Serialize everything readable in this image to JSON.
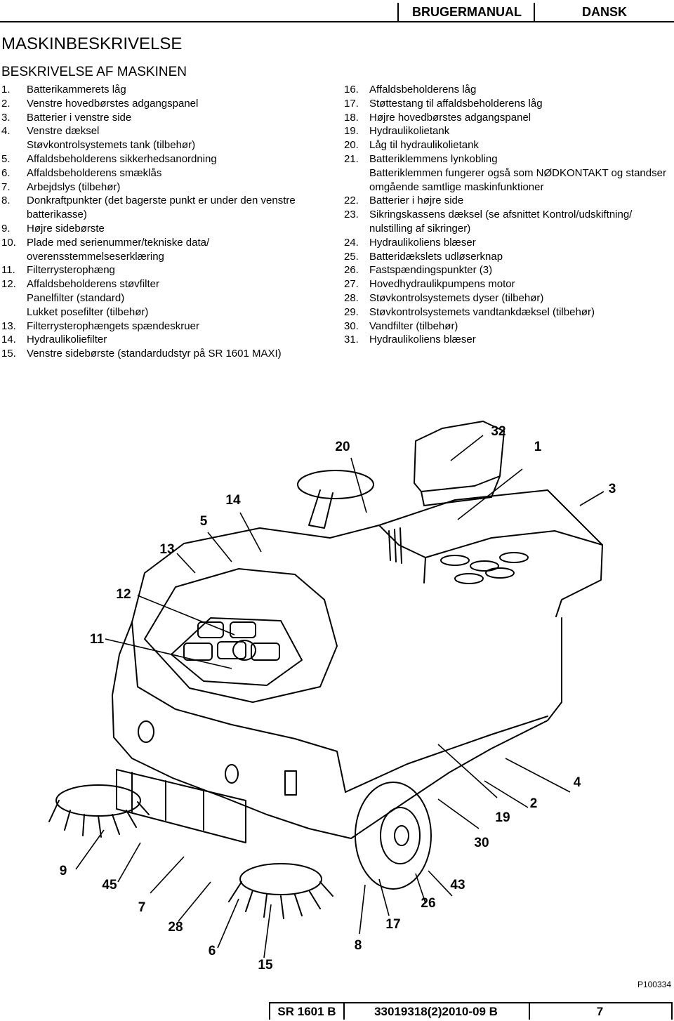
{
  "header": {
    "manual": "BRUGERMANUAL",
    "language": "DANSK"
  },
  "title": "MASKINBESKRIVELSE",
  "subtitle": "BESKRIVELSE AF MASKINEN",
  "items_left": [
    {
      "num": "1.",
      "text": "Batterikammerets låg"
    },
    {
      "num": "2.",
      "text": "Venstre hovedbørstes adgangspanel"
    },
    {
      "num": "3.",
      "text": "Batterier i venstre side"
    },
    {
      "num": "4.",
      "text": "Venstre dæksel",
      "sub": [
        "Støvkontrolsystemets tank (tilbehør)"
      ]
    },
    {
      "num": "5.",
      "text": "Affaldsbeholderens sikkerhedsanordning"
    },
    {
      "num": "6.",
      "text": "Affaldsbeholderens smæklås"
    },
    {
      "num": "7.",
      "text": "Arbejdslys (tilbehør)"
    },
    {
      "num": "8.",
      "text": "Donkraftpunkter (det bagerste punkt er under den venstre batterikasse)"
    },
    {
      "num": "9.",
      "text": "Højre sidebørste"
    },
    {
      "num": "10.",
      "text": "Plade med serienummer/tekniske data/ overensstemmelseserklæring"
    },
    {
      "num": "11.",
      "text": "Filterrysterophæng"
    },
    {
      "num": "12.",
      "text": "Affaldsbeholderens støvfilter",
      "sub": [
        "Panelfilter (standard)",
        "Lukket posefilter (tilbehør)"
      ]
    },
    {
      "num": "13.",
      "text": "Filterrysterophængets spændeskruer"
    },
    {
      "num": "14.",
      "text": "Hydraulikoliefilter"
    },
    {
      "num": "15.",
      "text": "Venstre sidebørste (standardudstyr på SR 1601 MAXI)"
    }
  ],
  "items_right": [
    {
      "num": "16.",
      "text": "Affaldsbeholderens låg"
    },
    {
      "num": "17.",
      "text": "Støttestang til affaldsbeholderens låg"
    },
    {
      "num": "18.",
      "text": "Højre hovedbørstes adgangspanel"
    },
    {
      "num": "19.",
      "text": "Hydraulikolietank"
    },
    {
      "num": "20.",
      "text": "Låg til hydraulikolietank"
    },
    {
      "num": "21.",
      "text": "Batteriklemmens lynkobling",
      "sub": [
        "Batteriklemmen fungerer også som NØDKONTAKT og standser omgående samtlige maskinfunktioner"
      ]
    },
    {
      "num": "22.",
      "text": "Batterier i højre side"
    },
    {
      "num": "23.",
      "text": "Sikringskassens dæksel (se afsnittet Kontrol/udskiftning/ nulstilling af sikringer)"
    },
    {
      "num": "24.",
      "text": "Hydraulikoliens blæser"
    },
    {
      "num": "25.",
      "text": "Batteridækslets udløserknap"
    },
    {
      "num": "26.",
      "text": "Fastspændingspunkter (3)"
    },
    {
      "num": "27.",
      "text": "Hovedhydraulikpumpens motor"
    },
    {
      "num": "28.",
      "text": "Støvkontrolsystemets dyser (tilbehør)"
    },
    {
      "num": "29.",
      "text": "Støvkontrolsystemets vandtankdæksel (tilbehør)"
    },
    {
      "num": "30.",
      "text": "Vandfilter (tilbehør)"
    },
    {
      "num": "31.",
      "text": "Hydraulikoliens blæser"
    }
  ],
  "figure": {
    "callouts": [
      {
        "id": "c20",
        "label": "20"
      },
      {
        "id": "c32",
        "label": "32"
      },
      {
        "id": "c1",
        "label": "1"
      },
      {
        "id": "c14",
        "label": "14"
      },
      {
        "id": "c3",
        "label": "3"
      },
      {
        "id": "c5",
        "label": "5"
      },
      {
        "id": "c13",
        "label": "13"
      },
      {
        "id": "c12",
        "label": "12"
      },
      {
        "id": "c11",
        "label": "11"
      },
      {
        "id": "c4",
        "label": "4"
      },
      {
        "id": "c2",
        "label": "2"
      },
      {
        "id": "c19",
        "label": "19"
      },
      {
        "id": "c30",
        "label": "30"
      },
      {
        "id": "c9",
        "label": "9"
      },
      {
        "id": "c45",
        "label": "45"
      },
      {
        "id": "c43",
        "label": "43"
      },
      {
        "id": "c7",
        "label": "7"
      },
      {
        "id": "c26",
        "label": "26"
      },
      {
        "id": "c28",
        "label": "28"
      },
      {
        "id": "c17",
        "label": "17"
      },
      {
        "id": "c6",
        "label": "6"
      },
      {
        "id": "c8",
        "label": "8"
      },
      {
        "id": "c15",
        "label": "15"
      }
    ]
  },
  "figure_code": "P100334",
  "footer": {
    "model": "SR 1601 B",
    "doc": "33019318(2)2010-09 B",
    "page": "7"
  }
}
